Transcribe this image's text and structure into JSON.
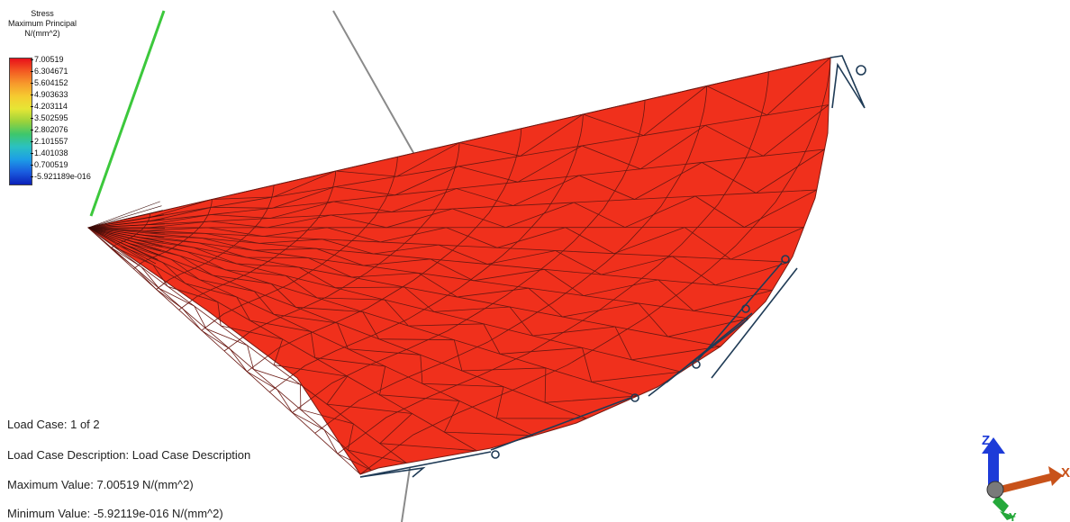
{
  "legend": {
    "title_lines": [
      "Stress",
      "Maximum Principal",
      "N/(mm^2)"
    ],
    "ticks": [
      "7.00519",
      "6.304671",
      "5.604152",
      "4.903633",
      "4.203114",
      "3.502595",
      "2.802076",
      "2.101557",
      "1.401038",
      "0.700519",
      "-5.921189e-016"
    ],
    "colors": {
      "max": "#e8101a",
      "min": "#0b20b8",
      "mesh_fill": "#f0301c",
      "mesh_line": "#5a1410"
    }
  },
  "info": {
    "load_case": "Load Case:  1 of 2",
    "description": "Load Case Description:  Load Case Description",
    "max_value": "Maximum Value: 7.00519 N/(mm^2)",
    "min_value": "Minimum Value: -5.92119e-016 N/(mm^2)"
  },
  "triad": {
    "z_label": "Z",
    "x_label": "X",
    "y_label": "Y",
    "colors": {
      "z": "#1d3bd8",
      "x": "#c8521a",
      "y": "#25a83a"
    }
  }
}
